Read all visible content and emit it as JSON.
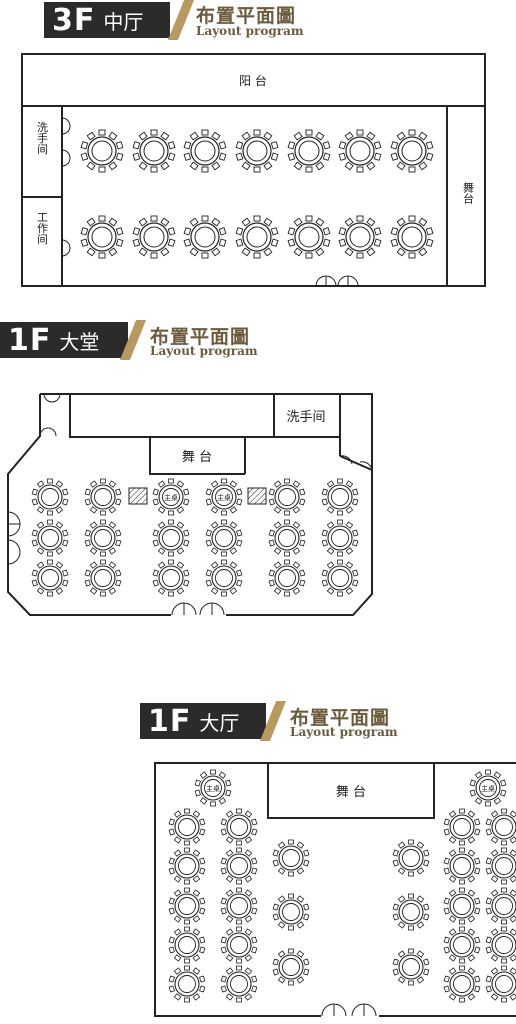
{
  "sections": [
    {
      "floor": "3F",
      "hall": "中厅",
      "title_cn": "布置平面圖",
      "title_en": "Layout program"
    },
    {
      "floor": "1F",
      "hall": "大堂",
      "title_cn": "布置平面圖",
      "title_en": "Layout program"
    },
    {
      "floor": "1F",
      "hall": "大厅",
      "title_cn": "布置平面圖",
      "title_en": "Layout program"
    }
  ],
  "labels": {
    "balcony": "阳 台",
    "washroom_v": "洗手间",
    "staff_v": "工作间",
    "stage_v": "舞台",
    "washroom": "洗手间",
    "stage": "舞 台",
    "head_table": "主桌"
  },
  "colors": {
    "dark": "#2b2b2b",
    "gold": "#b89a5e",
    "title": "#6b5a3c",
    "line": "#222222"
  }
}
